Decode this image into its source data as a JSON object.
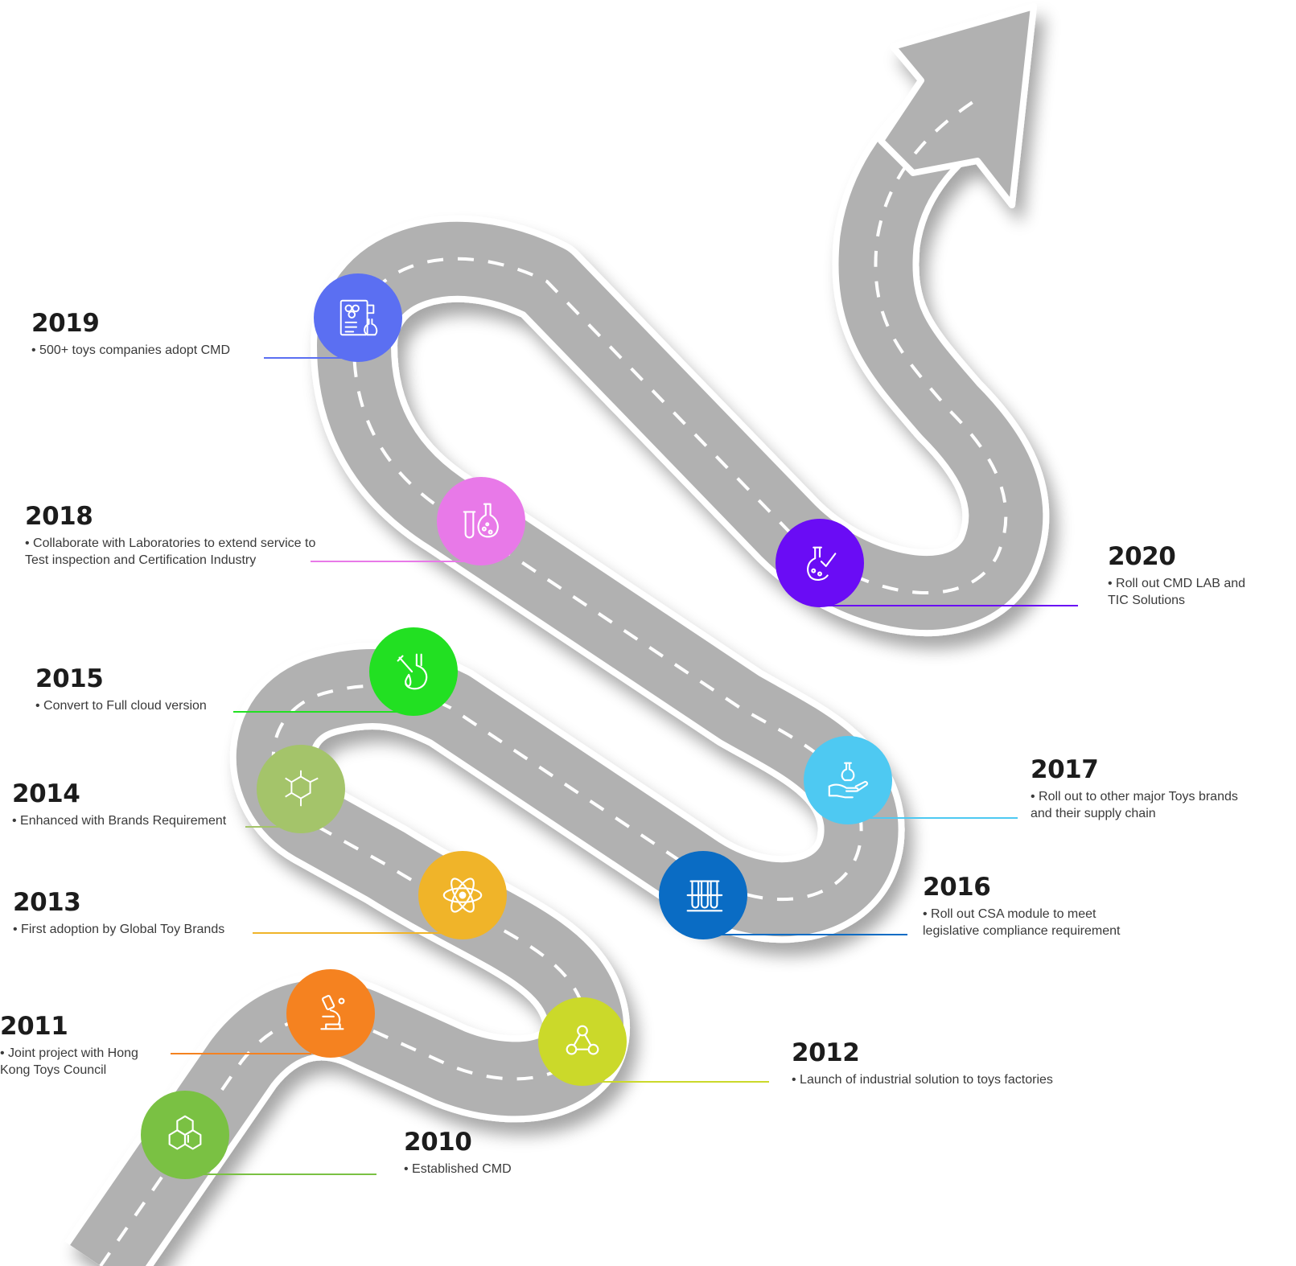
{
  "milestones": [
    {
      "year": "2010",
      "desc": "• Established CMD",
      "color": "#7ac143",
      "icon": "polycyclic-molecule-icon"
    },
    {
      "year": "2011",
      "desc": "• Joint project with Hong Kong Toys Council",
      "color": "#f58220",
      "icon": "microscope-icon"
    },
    {
      "year": "2012",
      "desc": "• Launch of industrial solution to toys factories",
      "color": "#cbd92a",
      "icon": "molecule-triangle-icon"
    },
    {
      "year": "2013",
      "desc": "• First adoption by Global Toy Brands",
      "color": "#f0b429",
      "icon": "atom-icon"
    },
    {
      "year": "2014",
      "desc": "• Enhanced with Brands Requirement",
      "color": "#a4c46a",
      "icon": "chemical-structure-icon"
    },
    {
      "year": "2015",
      "desc": "• Convert to Full cloud version",
      "color": "#22e022",
      "icon": "dropper-flask-icon"
    },
    {
      "year": "2016",
      "desc": "• Roll out CSA module to meet legislative compliance requirement",
      "color": "#0a6cc4",
      "icon": "test-tubes-icon"
    },
    {
      "year": "2017",
      "desc": "• Roll out to other major Toys brands and their supply chain",
      "color": "#4ec9f2",
      "icon": "hand-flask-icon"
    },
    {
      "year": "2018",
      "desc": "• Collaborate with Laboratories to extend service to Test inspection and Certification Industry",
      "color": "#e879e8",
      "icon": "lab-flasks-icon"
    },
    {
      "year": "2019",
      "desc": "• 500+ toys companies adopt CMD",
      "color": "#5b6ff2",
      "icon": "lab-report-icon"
    },
    {
      "year": "2020",
      "desc": "• Roll out CMD LAB and TIC Solutions",
      "color": "#6a0cf5",
      "icon": "flask-check-icon"
    }
  ]
}
